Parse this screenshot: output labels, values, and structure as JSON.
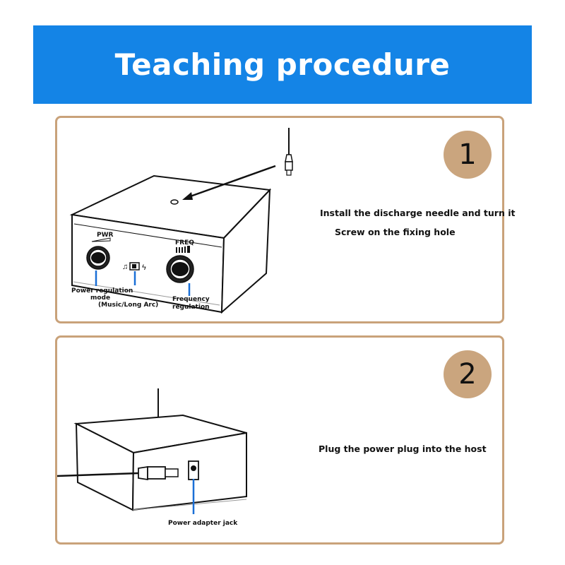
{
  "header": {
    "title": "Teaching procedure"
  },
  "steps": [
    {
      "number": "1",
      "instructions": [
        "Install the discharge needle and turn it",
        "Screw on the fixing hole"
      ],
      "labels": {
        "pwr": "PWR",
        "freq": "FREQ",
        "power_mode_line1": "Power regulation",
        "power_mode_line2": "mode",
        "power_mode_line3": "(Music/Long Arc)",
        "freq_line1": "Frequency",
        "freq_line2": "regulation"
      }
    },
    {
      "number": "2",
      "instructions": [
        "Plug the power plug into the host"
      ],
      "labels": {
        "jack": "Power adapter jack"
      }
    }
  ],
  "colors": {
    "banner": "#1484e6",
    "card_border": "#c9a27a",
    "badge": "#caa57e",
    "callout": "#1a6fd6"
  },
  "icons": {
    "music": "music-note-icon",
    "arc": "lightning-icon"
  }
}
